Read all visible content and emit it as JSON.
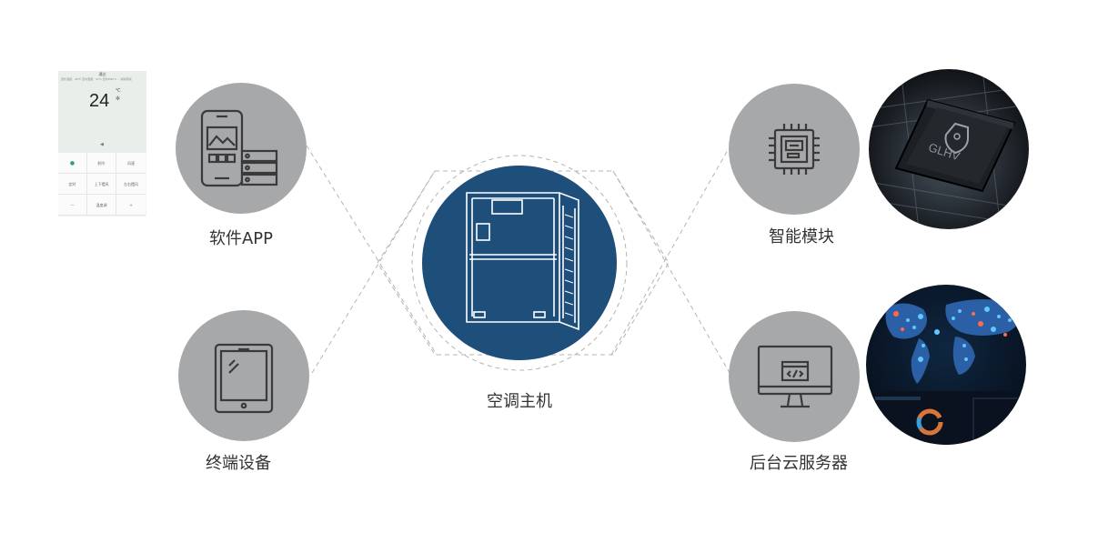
{
  "nodes": {
    "software_app": {
      "label": "软件APP",
      "icon": "phone-with-server-icon"
    },
    "terminal_device": {
      "label": "终端设备",
      "icon": "tablet-icon"
    },
    "ac_host": {
      "label": "空调主机",
      "icon": "air-conditioner-unit-icon"
    },
    "smart_module": {
      "label": "智能模块",
      "icon": "chip-icon"
    },
    "backend_server": {
      "label": "后台云服务器",
      "icon": "monitor-code-icon"
    }
  },
  "phone_screen": {
    "title": "通达",
    "info": "室外温度：26℃ 室内湿度：47% 室内PM2.5 ... 模拟测试",
    "temperature": "24",
    "unit": "℃",
    "cells": [
      "●",
      "制冷",
      "风速",
      "定时",
      "上下摆风",
      "左右摆风",
      "—",
      "温度调",
      "+"
    ]
  },
  "chip_photo": {
    "engraving": "GLHV"
  },
  "colors": {
    "circle_gray": "#a7a8aa",
    "center_blue": "#1e4e7a",
    "icon_stroke": "#3a3a3a",
    "label_text": "#333333",
    "dash_line": "#b4b4b4"
  }
}
